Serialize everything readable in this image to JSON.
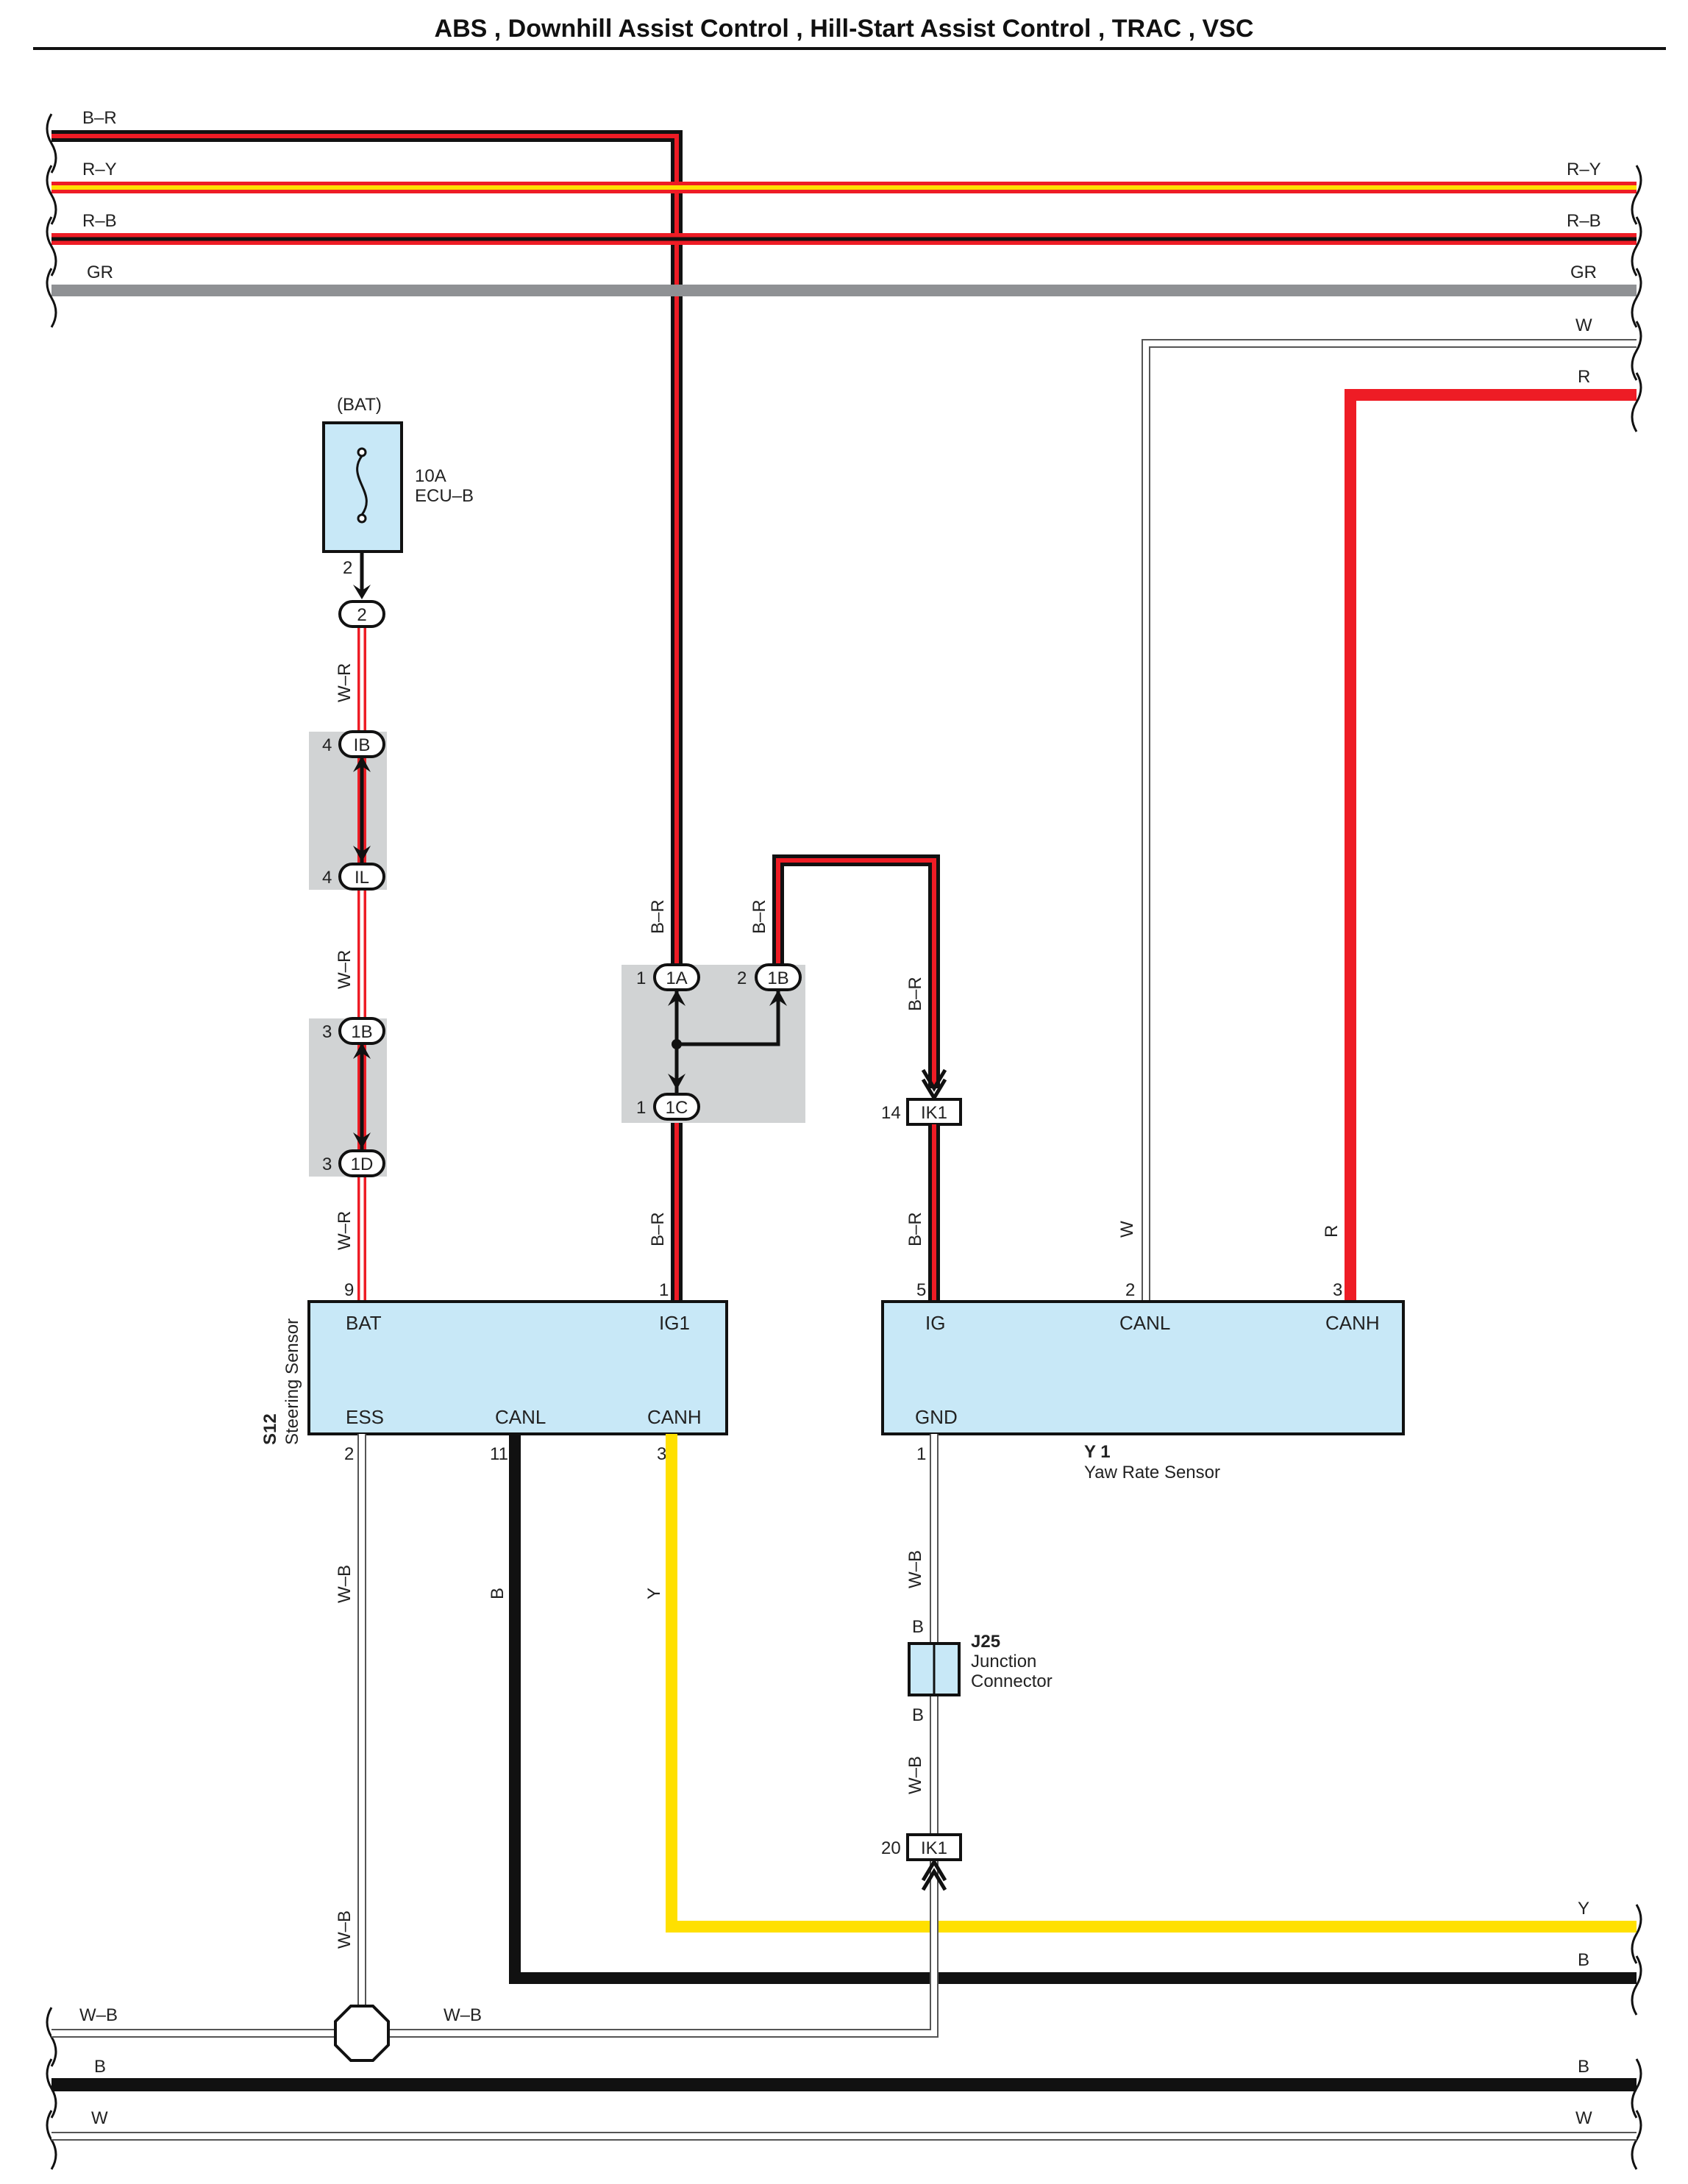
{
  "title": "ABS , Downhill Assist Control , Hill-Start Assist Control , TRAC , VSC",
  "colors": {
    "red": "#ee1c25",
    "yellow": "#ffe000",
    "gray": "#8f9194",
    "black": "#111111",
    "white_wire_edge": "#555555",
    "component_fill": "#c8e8f7",
    "shade": "#d1d3d4"
  },
  "bus": {
    "b_r": "B–R",
    "r_y": "R–Y",
    "r_b": "R–B",
    "gr": "GR",
    "w": "W",
    "r": "R",
    "y": "Y",
    "b": "B",
    "w_b": "W–B"
  },
  "fuse": {
    "source": "(BAT)",
    "rating": "10A",
    "name": "ECU–B",
    "pin": "2",
    "connector": "2"
  },
  "junction_left": {
    "c1": "IB",
    "c1_pin": "4",
    "c2": "IL",
    "c2_pin": "4",
    "c3": "1B",
    "c3_pin": "3",
    "c4": "1D",
    "c4_pin": "3"
  },
  "junction_mid": {
    "c1": "1A",
    "c1_pin": "1",
    "c2": "1B",
    "c2_pin": "2",
    "c3": "1C",
    "c3_pin": "1"
  },
  "inline": {
    "top": "IK1",
    "top_pin": "14",
    "bottom": "IK1",
    "bottom_pin": "20"
  },
  "steering_sensor": {
    "code": "S12",
    "name": "Steering Sensor",
    "pins": {
      "bat": "BAT",
      "ig1": "IG1",
      "ess": "ESS",
      "canl": "CANL",
      "canh": "CANH"
    },
    "pin_numbers": {
      "bat": "9",
      "ig1": "1",
      "ess": "2",
      "canl": "11",
      "canh": "3"
    }
  },
  "yaw_sensor": {
    "code": "Y 1",
    "name": "Yaw Rate Sensor",
    "pins": {
      "ig": "IG",
      "canl": "CANL",
      "canh": "CANH",
      "gnd": "GND"
    },
    "pin_numbers": {
      "ig": "5",
      "canl": "2",
      "canh": "3",
      "gnd": "1"
    }
  },
  "junction_connector": {
    "code": "J25",
    "line1": "Junction",
    "line2": "Connector",
    "top_label": "B",
    "bottom_label": "B"
  },
  "wire_labels": {
    "w_r": "W–R",
    "b_r": "B–R",
    "w_b": "W–B",
    "w": "W",
    "r": "R",
    "b": "B",
    "y": "Y"
  }
}
